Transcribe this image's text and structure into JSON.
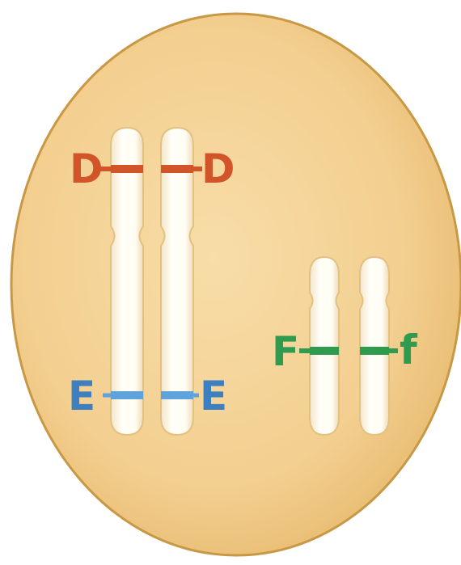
{
  "colors": {
    "cell_fill": "#F3CF90",
    "cell_edge": "#C99845",
    "chromosome": "#FFFDF3",
    "chromosome_edge": "#E9C88E",
    "allele_D": "#D2552A",
    "allele_E": "#3E7FC0",
    "allele_F": "#2E9B4E"
  },
  "labels": {
    "d_left": "D",
    "d_right": "D",
    "e_left": "E",
    "e_right": "E",
    "f_left": "F",
    "f_right": "f"
  }
}
